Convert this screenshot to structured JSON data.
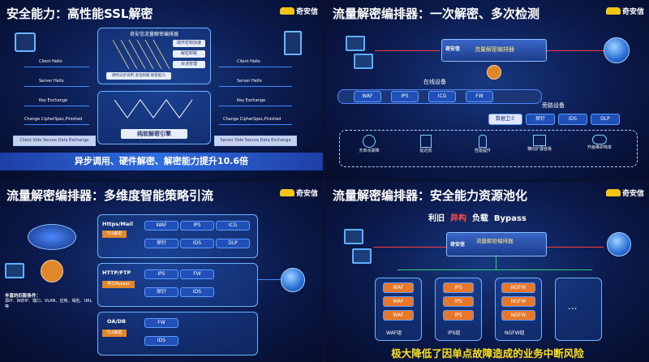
{
  "logo_text": "奇安信",
  "slide1": {
    "title": "安全能力：高性能SSL解密",
    "decryptor_title": "奇安信流量解密编排器",
    "engine_label": "纯软解密引擎",
    "hardware_labels": [
      "硬件密钥加速",
      "解密卸载",
      "会话管理"
    ],
    "hardware_note": "硬件异步调用 会话卸载 解密能力",
    "left_arrows": [
      "Client Hello",
      "Server Hello",
      "Key Exchange",
      "Change CipherSpec,Finished"
    ],
    "right_arrows": [
      "Client Hello",
      "Server Hello",
      "Key Exchange",
      "Change CipherSpec,Finished"
    ],
    "left_label": "Client Side Secure Data Exchange",
    "right_label": "Server Side Secure Data Exchange",
    "banner": "异步调用、硬件解密、解密能力提升10.6倍"
  },
  "slide2": {
    "title": "流量解密编排器：一次解密、多次检测",
    "device_title": "流量解密编排器",
    "device_brand": "奇安信",
    "inline_label": "在线设备",
    "bypass_label": "旁路设备",
    "inline_devices": [
      "WAF",
      "IPS",
      "ICG",
      "FW"
    ],
    "bypass_devices": [
      "数据卫士",
      "探针",
      "IDS",
      "DLP"
    ],
    "features": [
      "无单点故障",
      "延迟低",
      "性能提升",
      "横向扩展容易",
      "升级维护简单"
    ]
  },
  "slide3": {
    "title": "流量解密编排器：多维度智能策略引流",
    "rows": [
      {
        "proto": "Https/Mail",
        "badge": "TLS解密",
        "top": [
          "WAF",
          "IPS",
          "ICG"
        ],
        "bottom": [
          "探针",
          "IDS",
          "DLP"
        ]
      },
      {
        "proto": "HTTP/FTP",
        "badge": "明文Bypass",
        "top": [
          "IPS",
          "FW"
        ],
        "bottom": [
          "探针",
          "IDS"
        ]
      },
      {
        "proto": "OA/DB",
        "badge": "TLS解密",
        "top": [
          "FW"
        ],
        "bottom": [
          "IDS"
        ]
      }
    ],
    "condition_title": "丰富的匹配条件：",
    "conditions": "源IP、目的IP、端口、VLAN、应用、域名、URL等"
  },
  "slide4": {
    "title": "流量解密编排器：安全能力资源池化",
    "modes": [
      "利旧",
      "异构",
      "负载",
      "Bypass"
    ],
    "device_title": "流量解密编排器",
    "device_brand": "奇安信",
    "groups": [
      {
        "name": "WAF组",
        "items": [
          "WAF",
          "WAF",
          "WAF"
        ]
      },
      {
        "name": "IPS组",
        "items": [
          "IPS",
          "IPS",
          "IPS"
        ]
      },
      {
        "name": "NGFW组",
        "items": [
          "NGFW",
          "NGFW",
          "NGFW"
        ]
      }
    ],
    "more": "...",
    "banner": "极大降低了因单点故障造成的业务中断风险"
  }
}
